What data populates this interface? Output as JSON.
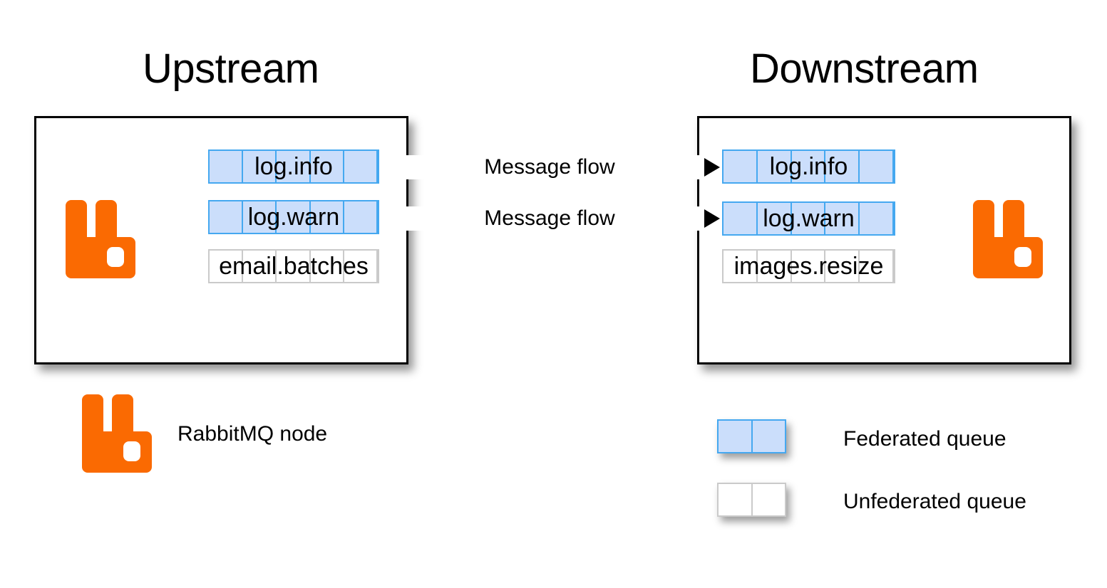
{
  "diagram": {
    "title_upstream": "Upstream",
    "title_downstream": "Downstream"
  },
  "colors": {
    "rabbitmq_orange": "#FA6A02",
    "federated_fill": "#CBDEFB",
    "federated_border": "#45A8F0",
    "unfederated_fill": "#FFFFFF",
    "unfederated_border": "#CACACA",
    "panel_border": "#000000",
    "text": "#000000"
  },
  "upstream": {
    "queues": [
      {
        "name": "log.info",
        "federated": true,
        "cells": 5
      },
      {
        "name": "log.warn",
        "federated": true,
        "cells": 5
      },
      {
        "name": "email.batches",
        "federated": false,
        "cells": 5
      }
    ]
  },
  "downstream": {
    "queues": [
      {
        "name": "log.info",
        "federated": true,
        "cells": 5
      },
      {
        "name": "log.warn",
        "federated": true,
        "cells": 5
      },
      {
        "name": "images.resize",
        "federated": false,
        "cells": 5
      }
    ]
  },
  "flows": [
    {
      "label": "Message flow",
      "from": "log.info",
      "to": "log.info",
      "direction": "right"
    },
    {
      "label": "Message flow",
      "from": "log.warn",
      "to": "log.warn",
      "direction": "right"
    }
  ],
  "legend": {
    "node": {
      "label": "RabbitMQ node",
      "icon": "rabbitmq-logo"
    },
    "federated": {
      "label": "Federated queue",
      "cells": 2
    },
    "unfederated": {
      "label": "Unfederated queue",
      "cells": 2
    }
  }
}
